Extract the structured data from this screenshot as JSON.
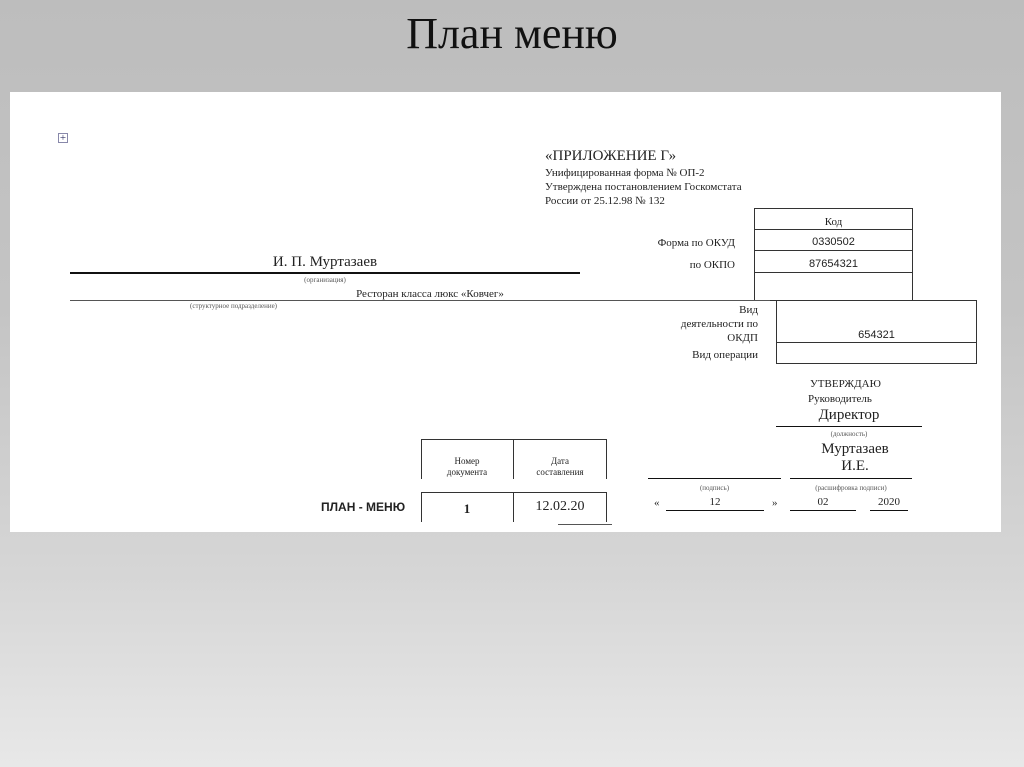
{
  "slide_title": "План меню",
  "doc": {
    "move_handle_icon": "move-icon",
    "appendix": "«ПРИЛОЖЕНИЕ Г»",
    "form_line1": "Унифицированная форма № ОП-2",
    "form_line2": "Утверждена постановлением Госкомстата",
    "form_line3": "России от 25.12.98 № 132",
    "code_header": "Код",
    "okud_label": "Форма по ОКУД",
    "okud_value": "0330502",
    "okpo_label": "по ОКПО",
    "okpo_value": "87654321",
    "okdp_label1": "Вид",
    "okdp_label2": "деятельности по",
    "okdp_label3": "ОКДП",
    "okdp_value": "654321",
    "operation_label": "Вид операции",
    "organization": "И. П. Муртазаев",
    "organization_caption": "(организация)",
    "subdivision": "Ресторан класса люкс «Ковчег»",
    "subdivision_caption": "(структурное подразделение)",
    "approve": "УТВЕРЖДАЮ",
    "head": "Руководитель",
    "position": "Директор",
    "position_caption": "(должность)",
    "signature_name1": "Муртазаев",
    "signature_name2": "И.Е.",
    "signature_caption": "(подпись)",
    "decode_caption": "(расшифровка подписи)",
    "doc_number_header1": "Номер",
    "doc_number_header2": "документа",
    "date_header1": "Дата",
    "date_header2": "составления",
    "doc_title": "ПЛАН - МЕНЮ",
    "doc_number": "1",
    "doc_date": "12.02.20",
    "quote_open": "«",
    "day": "12",
    "quote_close": "»",
    "month": "02",
    "year": "2020"
  }
}
